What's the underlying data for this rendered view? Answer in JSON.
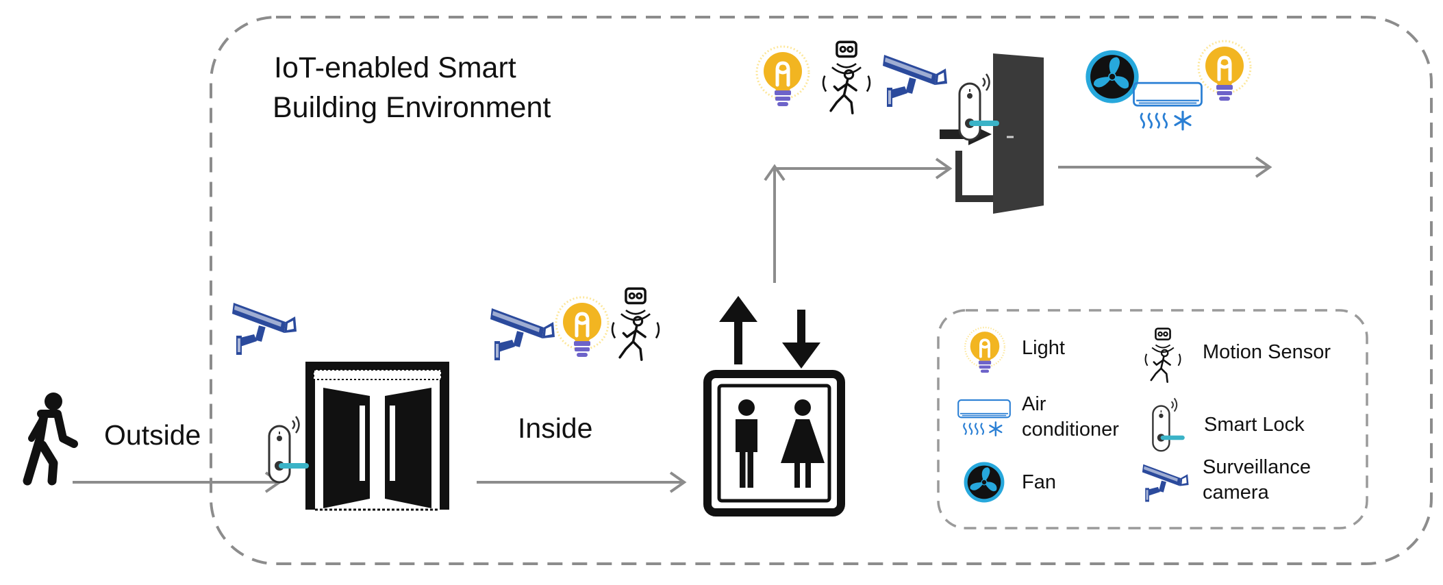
{
  "diagram": {
    "title_line1": "IoT-enabled Smart",
    "title_line2": "Building Environment",
    "label_outside": "Outside",
    "label_inside": "Inside",
    "colors": {
      "border": "#8c8c8c",
      "arrow": "#8c8c8c",
      "camera": "#2b4a9c",
      "bulb": "#f2b521",
      "bulb_glow": "#fde79a",
      "bulb_base": "#6d63c9",
      "aircon": "#2a7fd4",
      "fan": "#27a8dc",
      "lock_handle": "#3bb3c7",
      "ink": "#111111",
      "door_panel": "#3a3a3a"
    },
    "icons": [
      "walking-person-icon",
      "surveillance-camera-icon",
      "smart-lock-icon",
      "double-door-icon",
      "light-bulb-icon",
      "motion-sensor-icon",
      "elevator-icon",
      "room-door-icon",
      "fan-icon",
      "air-conditioner-icon"
    ]
  },
  "legend": {
    "items": [
      {
        "icon": "light-bulb-icon",
        "label": "Light"
      },
      {
        "icon": "motion-sensor-icon",
        "label": "Motion Sensor"
      },
      {
        "icon": "air-conditioner-icon",
        "label_line1": "Air",
        "label_line2": "conditioner"
      },
      {
        "icon": "smart-lock-icon",
        "label": "Smart Lock"
      },
      {
        "icon": "fan-icon",
        "label": "Fan"
      },
      {
        "icon": "surveillance-camera-icon",
        "label_line1": "Surveillance",
        "label_line2": "camera"
      }
    ]
  }
}
